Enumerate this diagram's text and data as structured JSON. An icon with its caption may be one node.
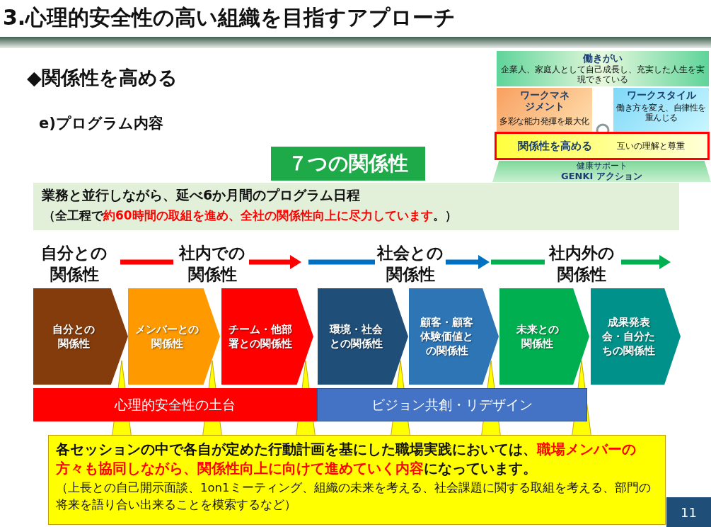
{
  "diagram": {
    "title": "3.心理的安全性の高い組織を目指すアプローチ",
    "nodes": [
      {
        "text": [
          "働きがい",
          "企業人、家庭人として自己成長し、充実した人生を実現できている"
        ]
      },
      {
        "text": [
          "ワークマネジメント",
          "多彩な能力発揮を最大化"
        ]
      },
      {
        "text": [
          "ワークスタイル",
          "働き方を変え、自律性を重んじる"
        ]
      },
      {
        "text": [
          "関係性を高める",
          "互いの理解と尊重"
        ]
      },
      {
        "text": [
          "健康サポート",
          "GENKI アクション"
        ]
      },
      {
        "text": [
          "７つの関係性"
        ]
      },
      {
        "text": [
          "業務と並行しながら、延べ6か月間のプログラム日程",
          "（全工程で",
          "約60時間の取組を進め、全社の関係性向上に尽力しています",
          "。）"
        ]
      },
      {
        "text": [
          "自分との関係性"
        ]
      },
      {
        "text": [
          "メンバーとの関係性"
        ]
      },
      {
        "text": [
          "チーム・他部署との関係性"
        ]
      },
      {
        "text": [
          "環境・社会との関係性"
        ]
      },
      {
        "text": [
          "顧客・顧客体験価値との関係性"
        ]
      },
      {
        "text": [
          "未来との関係性"
        ]
      },
      {
        "text": [
          "成果発表会・自分たちの関係性"
        ]
      },
      {
        "text": [
          "心理的安全性の土台"
        ]
      },
      {
        "text": [
          "ビジョン共創・リデザイン"
        ]
      },
      {
        "text": [
          "各セッションの中で各自が定めた行動計画を基にした職場実践においては、",
          "職場メンバーの方々も協同しながら、関係性向上に向けて進めていく内容",
          "になっています。",
          "（上長との自己開示面談、1on1ミーティング、組織の未来を考える、社会課題に関する取組を考える、部門の将来を語り合い出来ることを模索するなど）"
        ]
      },
      {
        "text": [
          "11"
        ]
      }
    ],
    "labels": [
      "◆関係性を高める",
      "e)プログラム内容",
      "自分との関係性",
      "社内での関係性",
      "社会との関係性",
      "社内外の関係性"
    ]
  }
}
